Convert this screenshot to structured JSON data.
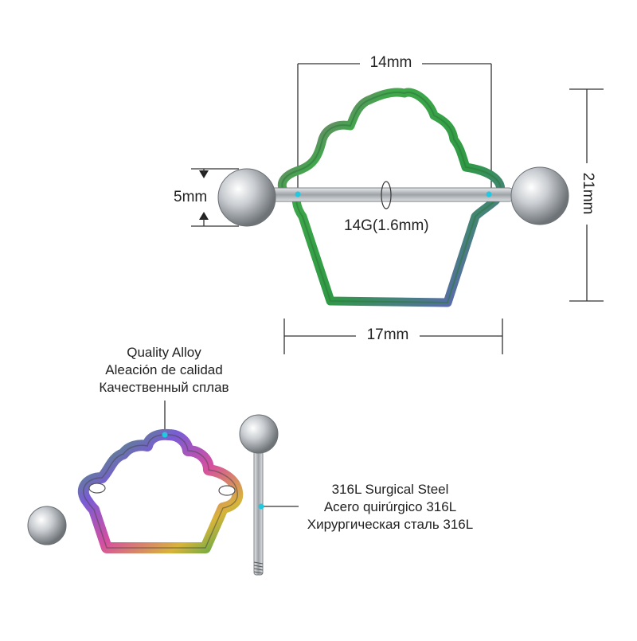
{
  "dimensions": {
    "top_width": "14mm",
    "bottom_width": "17mm",
    "height": "21mm",
    "ball_diameter": "5mm",
    "gauge": "14G(1.6mm)"
  },
  "materials": {
    "alloy": {
      "en": "Quality Alloy",
      "es": "Aleación de calidad",
      "ru": "Качественный сплав"
    },
    "steel": {
      "en": "316L Surgical Steel",
      "es": "Acero quirúrgico 316L",
      "ru": "Хирургическая сталь 316L"
    }
  },
  "colors": {
    "line": "#333333",
    "highlight": "#20c8e0",
    "steel": "#b0b4b8",
    "frame_green": "#3fa84a",
    "frame_rainbow": [
      "#d64fa0",
      "#7a5cd6",
      "#3fa84a",
      "#d8b43a"
    ]
  }
}
